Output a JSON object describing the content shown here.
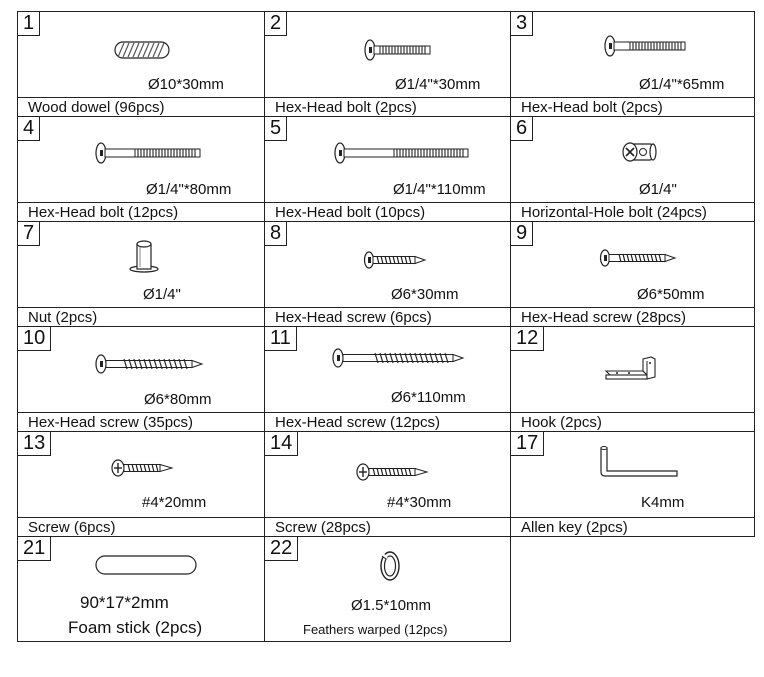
{
  "parts": [
    {
      "num": "1",
      "spec": "Ø10*30mm",
      "name": "Wood dowel (96pcs)",
      "icon": "wood-dowel-icon"
    },
    {
      "num": "2",
      "spec": "Ø1/4\"*30mm",
      "name": "Hex-Head bolt (2pcs)",
      "icon": "hex-bolt-icon"
    },
    {
      "num": "3",
      "spec": "Ø1/4\"*65mm",
      "name": "Hex-Head bolt (2pcs)",
      "icon": "hex-bolt-icon"
    },
    {
      "num": "4",
      "spec": "Ø1/4\"*80mm",
      "name": "Hex-Head bolt (12pcs)",
      "icon": "hex-bolt-icon"
    },
    {
      "num": "5",
      "spec": "Ø1/4\"*110mm",
      "name": "Hex-Head bolt (10pcs)",
      "icon": "hex-bolt-icon"
    },
    {
      "num": "6",
      "spec": "Ø1/4\"",
      "name": "Horizontal-Hole bolt (24pcs)",
      "icon": "barrel-nut-icon"
    },
    {
      "num": "7",
      "spec": "Ø1/4\"",
      "name": "Nut (2pcs)",
      "icon": "nut-icon"
    },
    {
      "num": "8",
      "spec": "Ø6*30mm",
      "name": "Hex-Head screw (6pcs)",
      "icon": "hex-screw-icon"
    },
    {
      "num": "9",
      "spec": "Ø6*50mm",
      "name": "Hex-Head screw (28pcs)",
      "icon": "hex-screw-icon"
    },
    {
      "num": "10",
      "spec": "Ø6*80mm",
      "name": "Hex-Head screw (35pcs)",
      "icon": "hex-screw-icon"
    },
    {
      "num": "11",
      "spec": "Ø6*110mm",
      "name": "Hex-Head screw (12pcs)",
      "icon": "hex-screw-icon"
    },
    {
      "num": "12",
      "spec": "",
      "name": "Hook (2pcs)",
      "icon": "hook-icon"
    },
    {
      "num": "13",
      "spec": "#4*20mm",
      "name": "Screw (6pcs)",
      "icon": "phillips-screw-icon"
    },
    {
      "num": "14",
      "spec": "#4*30mm",
      "name": "Screw (28pcs)",
      "icon": "phillips-screw-icon"
    },
    {
      "num": "17",
      "spec": "K4mm",
      "name": "Allen key (2pcs)",
      "icon": "allen-key-icon"
    },
    {
      "num": "21",
      "spec": "90*17*2mm",
      "name": "Foam stick (2pcs)",
      "icon": "foam-stick-icon"
    },
    {
      "num": "22",
      "spec": "Ø1.5*10mm",
      "name": "Feathers warped (12pcs)",
      "icon": "spring-washer-icon"
    }
  ]
}
